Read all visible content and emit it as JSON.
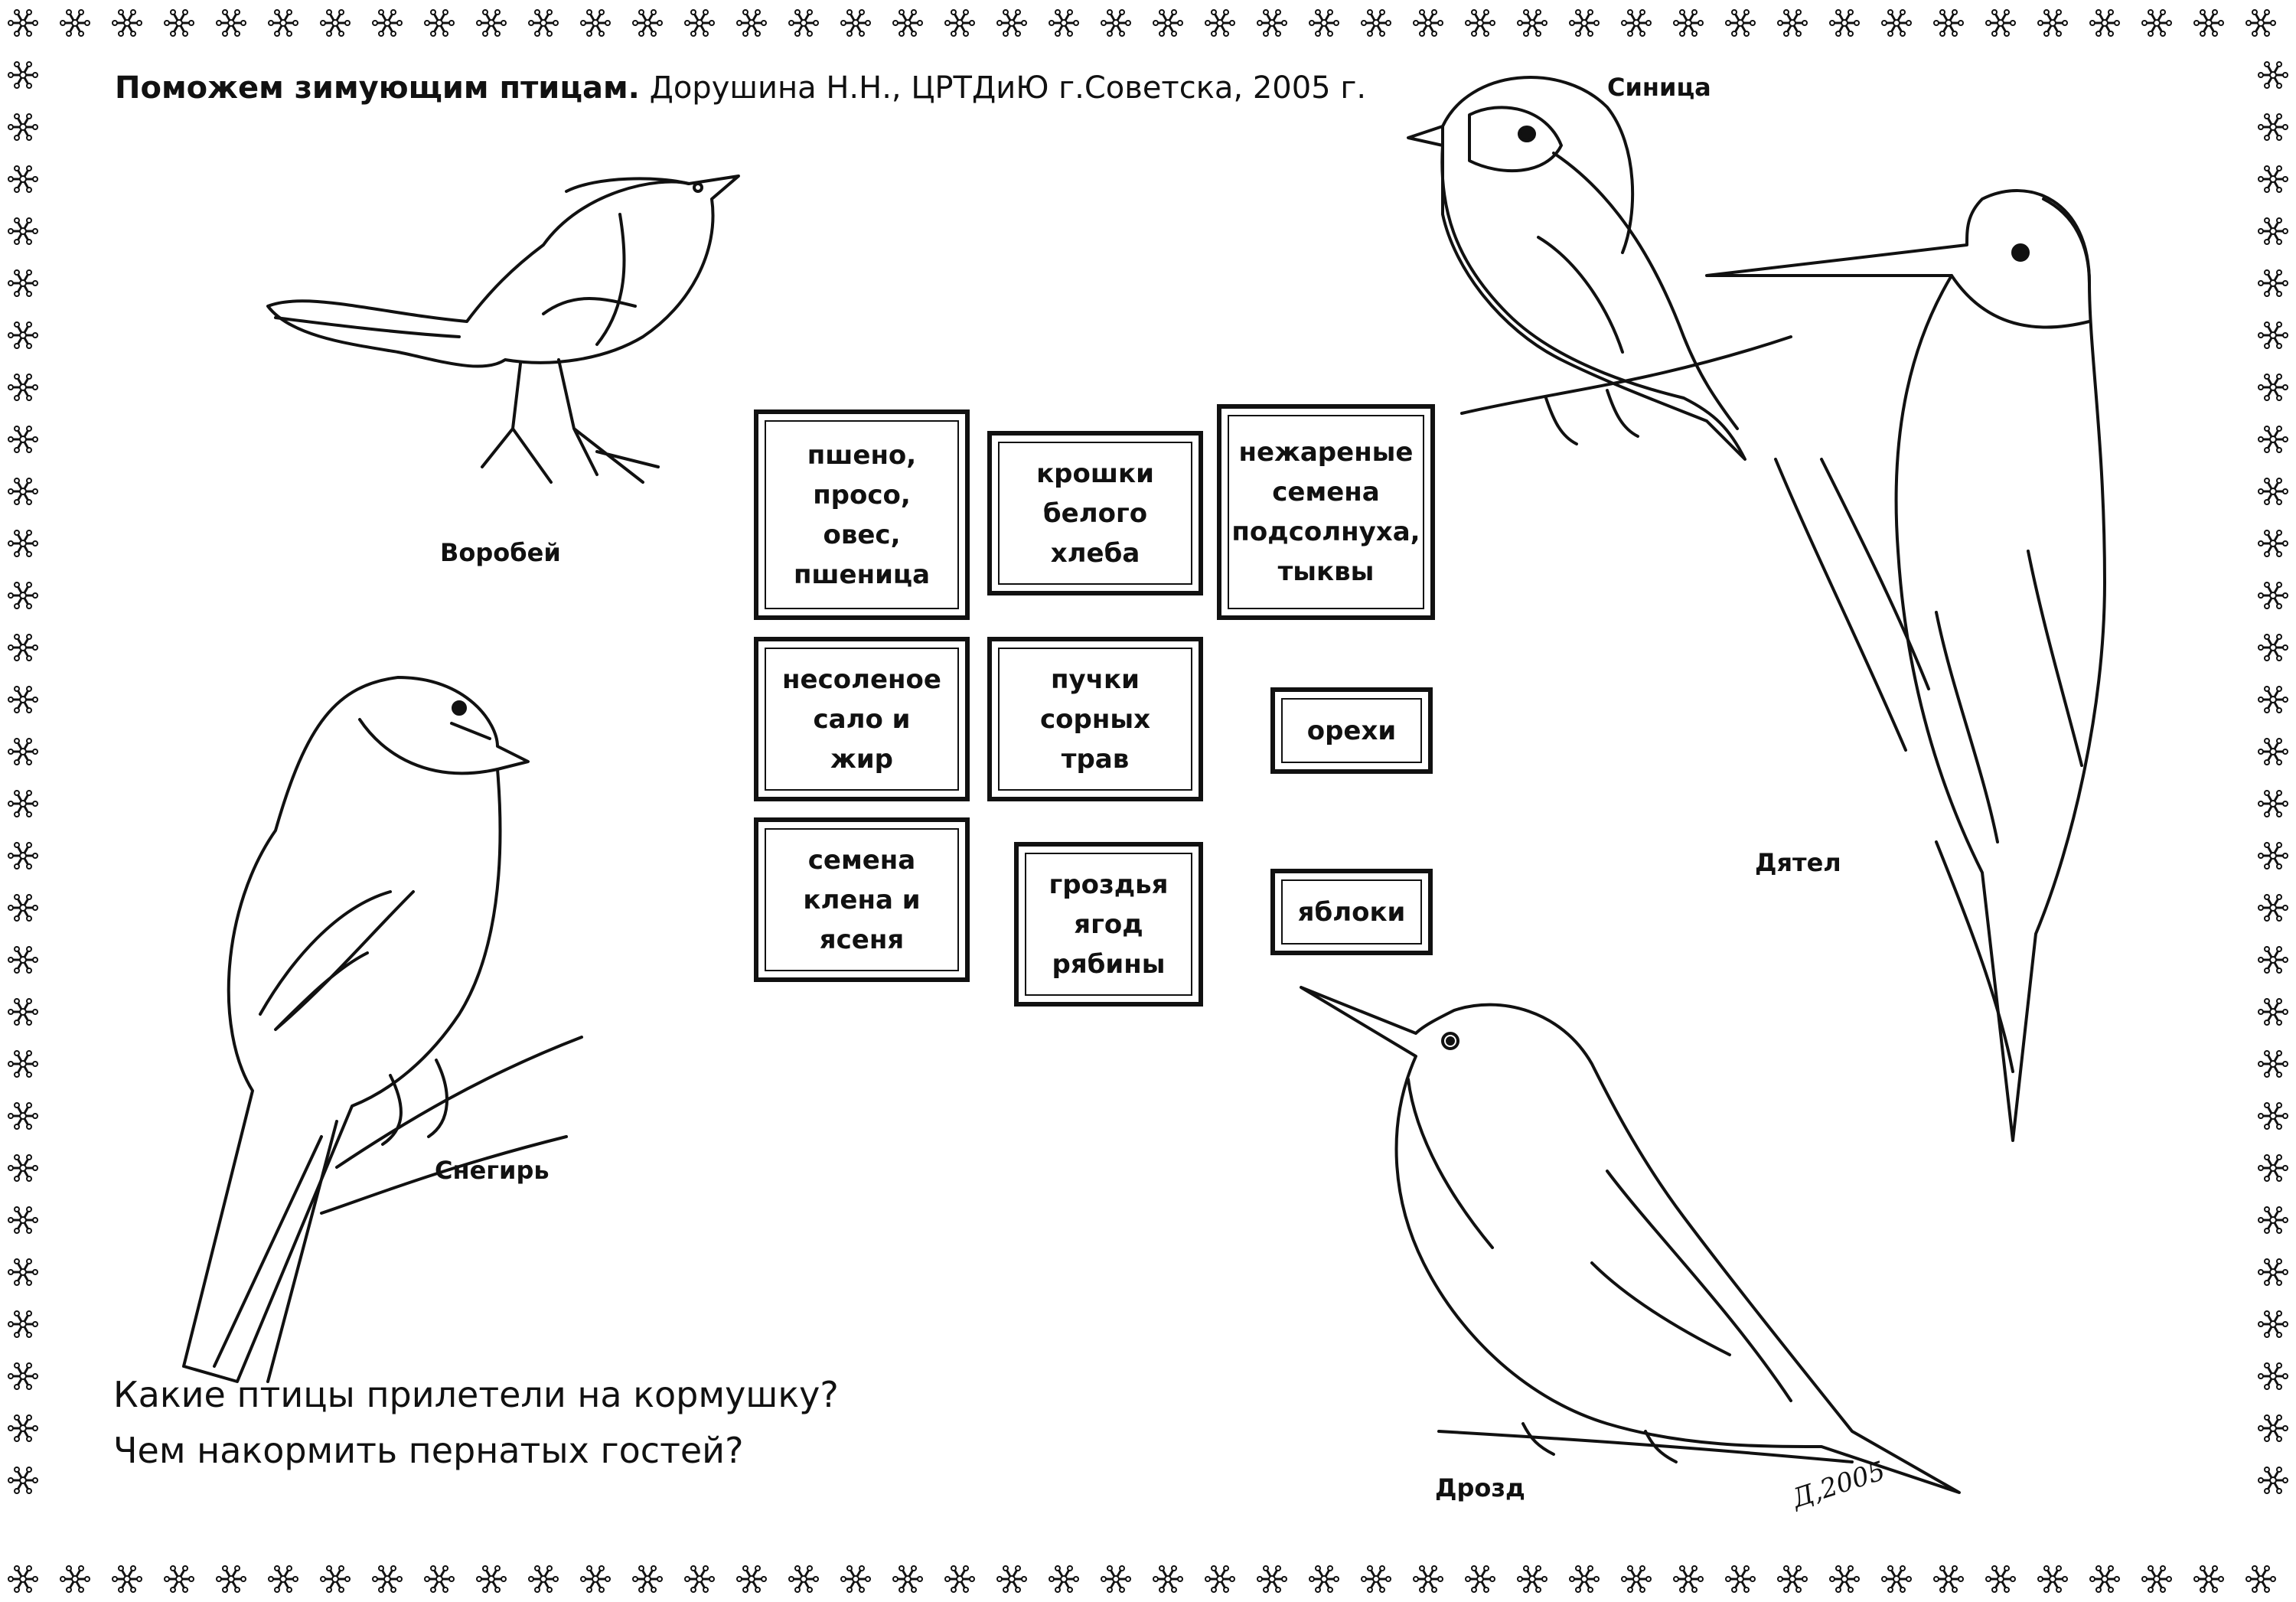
{
  "header": {
    "title_bold": "Поможем зимующим птицам.",
    "title_rest": " Дорушина Н.Н., ЦРТДиЮ г.Советска, 2005 г."
  },
  "birds": {
    "sparrow": "Воробей",
    "tit": "Синица",
    "bullfinch": "Снегирь",
    "woodpecker": "Дятел",
    "thrush": "Дрозд"
  },
  "food_cards": [
    "пшено,\nпросо,\nовес,\nпшеница",
    "крошки\nбелого\nхлеба",
    "нежареные\nсемена\nподсолнуха,\nтыквы",
    "несоленое\nсало и\nжир",
    "пучки\nсорных\nтрав",
    "орехи",
    "семена\nклена и\nясеня",
    "гроздья\nягод\nрябины",
    "яблоки"
  ],
  "questions": [
    "Какие птицы прилетели на кормушку?",
    "Чем накормить пернатых гостей?"
  ],
  "signature": "Д,2005",
  "icons": {
    "border": "snowflake-icon"
  },
  "colors": {
    "ink": "#111111",
    "paper": "#ffffff"
  }
}
